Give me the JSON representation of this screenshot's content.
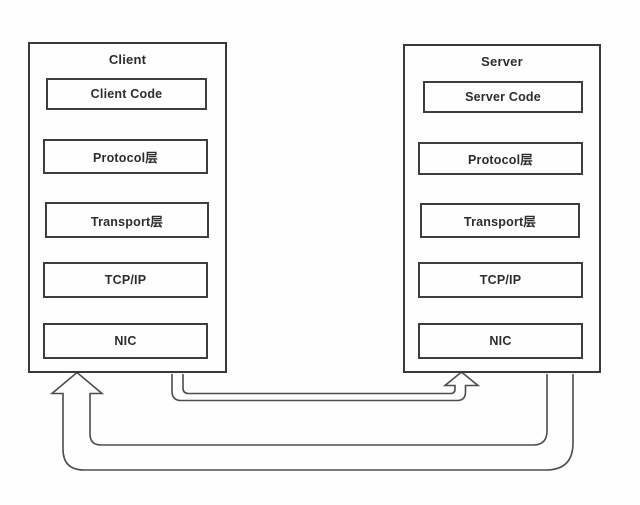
{
  "diagram": {
    "title": "client-server-network-stack",
    "client": {
      "title": "Client",
      "layers": [
        "Client Code",
        "Protocol层",
        "Transport层",
        "TCP/IP",
        "NIC"
      ]
    },
    "server": {
      "title": "Server",
      "layers": [
        "Server Code",
        "Protocol层",
        "Transport层",
        "TCP/IP",
        "NIC"
      ]
    },
    "arrows": [
      {
        "name": "client-to-server",
        "from": "Client",
        "to": "Server",
        "style": "thin hollow tube, small arrowhead pointing up into Server bottom"
      },
      {
        "name": "server-to-client",
        "from": "Server",
        "to": "Client",
        "style": "wide hollow tube, large arrowhead pointing up into Client bottom"
      }
    ],
    "colors": {
      "background": "#fefefe",
      "box_border": "#3a3a3a",
      "text": "#2d2d2d",
      "arrow_line": "#4d4d4d"
    }
  }
}
